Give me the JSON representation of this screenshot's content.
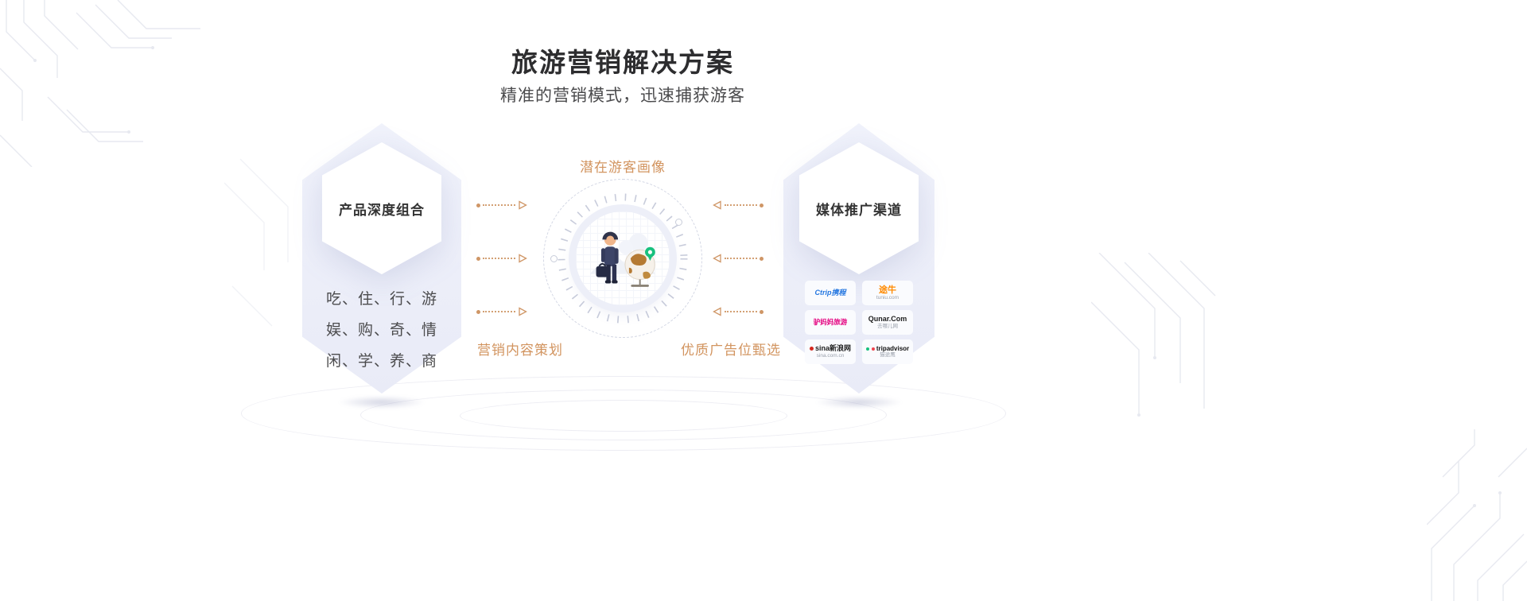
{
  "header": {
    "title": "旅游营销解决方案",
    "subtitle": "精准的营销模式，迅速捕获游客"
  },
  "left_panel": {
    "title": "产品深度组合",
    "lines": [
      "吃、住、行、游",
      "娱、购、奇、情",
      "闲、学、养、商"
    ]
  },
  "center": {
    "top_label": "潜在游客画像",
    "bottom_left_label": "营销内容策划",
    "bottom_right_label": "优质广告位甄选"
  },
  "right_panel": {
    "title": "媒体推广渠道",
    "logos": [
      {
        "name": "ctrip-logo",
        "line1": "Ctrip携程",
        "line2": "",
        "color": "#2577e0"
      },
      {
        "name": "tuniu-logo",
        "line1": "途牛",
        "line2": "tuniu.com",
        "color": "#ff8a00"
      },
      {
        "name": "lvmama-logo",
        "line1": "驴妈妈旅游",
        "line2": "",
        "color": "#e4007f"
      },
      {
        "name": "qunar-logo",
        "line1": "Qunar.Com",
        "line2": "去哪儿网",
        "color": "#1f1f1f"
      },
      {
        "name": "sina-logo",
        "line1": "sina新浪网",
        "line2": "sina.com.cn",
        "color": "#222222"
      },
      {
        "name": "tripadvisor-logo",
        "line1": "tripadvisor",
        "line2": "猫途鹰",
        "color": "#111111"
      }
    ]
  },
  "colors": {
    "accent_orange": "#d2945f",
    "panel_background": "#edeffa",
    "title_text": "#2d2d2f"
  }
}
